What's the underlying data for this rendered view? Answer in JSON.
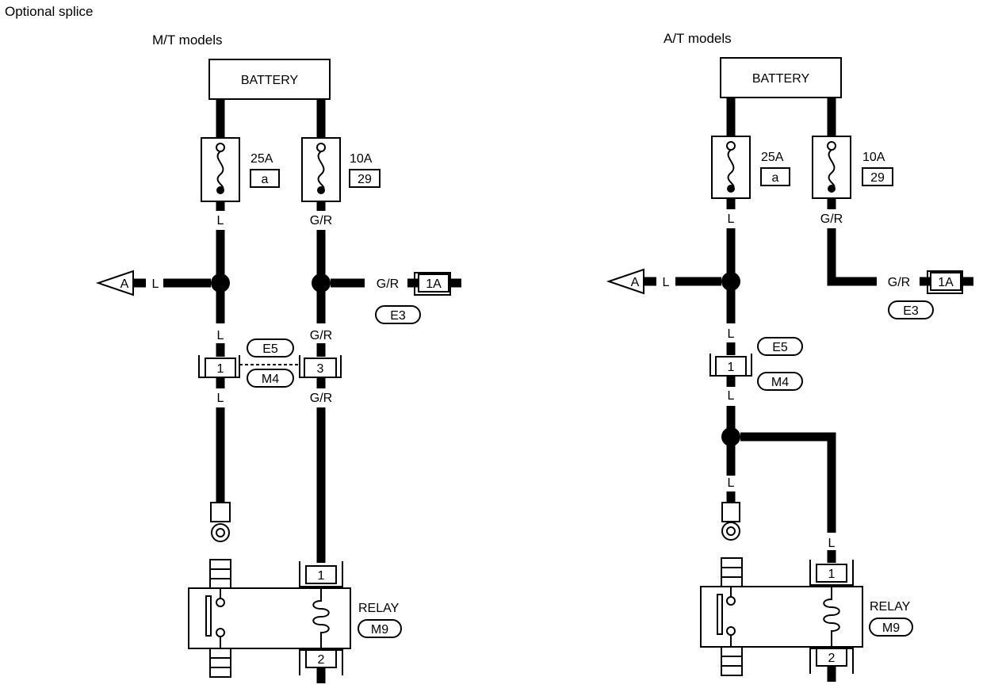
{
  "header": {
    "title": "Optional splice"
  },
  "mt": {
    "title": "M/T models",
    "battery": "BATTERY",
    "fuse_left": {
      "rating": "25A",
      "id": "a"
    },
    "fuse_right": {
      "rating": "10A",
      "id": "29"
    },
    "wire_left_1": "L",
    "wire_right_1": "G/R",
    "arrow_label": "A",
    "arrow_wire": "L",
    "right_branch_wire": "G/R",
    "connector_1a": "1A",
    "conn_e3": "E3",
    "wire_left_2": "L",
    "wire_right_2": "G/R",
    "conn_e5": "E5",
    "conn_m4": "M4",
    "pin_left": "1",
    "pin_right": "3",
    "wire_left_3": "L",
    "wire_right_3": "G/R",
    "relay_label": "RELAY",
    "relay_conn": "M9",
    "relay_pin_top": "1",
    "relay_pin_bottom": "2"
  },
  "at": {
    "title": "A/T models",
    "battery": "BATTERY",
    "fuse_left": {
      "rating": "25A",
      "id": "a"
    },
    "fuse_right": {
      "rating": "10A",
      "id": "29"
    },
    "wire_left_1": "L",
    "wire_right_1": "G/R",
    "arrow_label": "A",
    "arrow_wire": "L",
    "right_branch_wire": "G/R",
    "connector_1a": "1A",
    "conn_e3": "E3",
    "wire_left_2": "L",
    "conn_e5": "E5",
    "conn_m4": "M4",
    "pin_left": "1",
    "wire_left_3": "L",
    "wire_left_4": "L",
    "wire_right_relay": "L",
    "relay_label": "RELAY",
    "relay_conn": "M9",
    "relay_pin_top": "1",
    "relay_pin_bottom": "2"
  }
}
